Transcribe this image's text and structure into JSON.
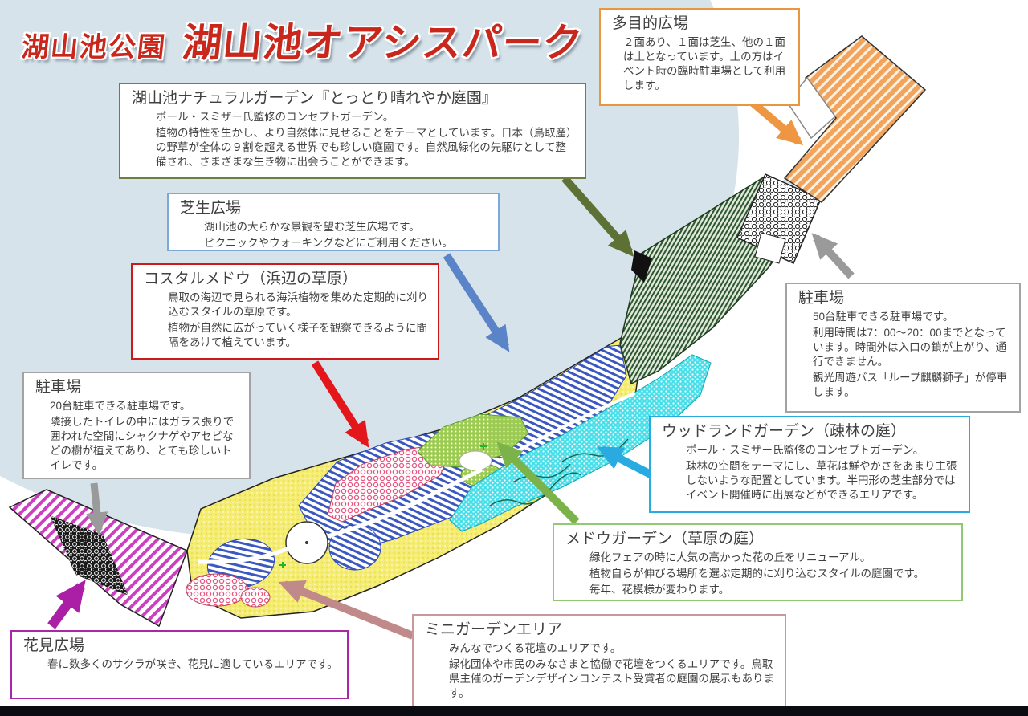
{
  "title": {
    "small": "湖山池公園",
    "large": "湖山池オアシスパーク"
  },
  "boxes": [
    {
      "id": "multipurpose-ground",
      "accent": "#E8973F",
      "title": "多目的広場",
      "paragraphs": [
        "２面あり、１面は芝生、他の１面は土となっています。土の方はイベント時の臨時駐車場として利用します。"
      ]
    },
    {
      "id": "natural-garden",
      "accent": "#6F7F3F",
      "title": "湖山池ナチュラルガーデン『とっとり晴れやか庭園』",
      "paragraphs": [
        "ポール・スミザー氏監修のコンセプトガーデン。",
        "植物の特性を生かし、より自然体に見せることをテーマとしています。日本（鳥取産）の野草が全体の９割を超える世界でも珍しい庭園です。自然風緑化の先駆けとして整備され、さまざまな生き物に出会うことができます。"
      ]
    },
    {
      "id": "lawn-plaza",
      "accent": "#7EA7DA",
      "title": "芝生広場",
      "paragraphs": [
        "湖山池の大らかな景観を望む芝生広場です。",
        "ピクニックやウォーキングなどにご利用ください。"
      ]
    },
    {
      "id": "coastal-meadow",
      "accent": "#CC1A1A",
      "title": "コスタルメドウ（浜辺の草原）",
      "paragraphs": [
        "鳥取の海辺で見られる海浜植物を集めた定期的に刈り込むスタイルの草原です。",
        "植物が自然に広がっていく様子を観察できるように間隔をあけて植えています。"
      ]
    },
    {
      "id": "parking-west",
      "accent": "#A3A3A3",
      "title": "駐車場",
      "paragraphs": [
        "20台駐車できる駐車場です。",
        "隣接したトイレの中にはガラス張りで囲われた空間にシャクナゲやアセビなどの樹が植えてあり、とても珍しいトイレです。"
      ]
    },
    {
      "id": "parking-east",
      "accent": "#A3A3A3",
      "title": "駐車場",
      "paragraphs": [
        "50台駐車できる駐車場です。",
        "利用時間は7：00～20：00までとなっています。時間外は入口の鎖が上がり、通行できません。",
        "観光周遊バス「ループ麒麟獅子」が停車します。"
      ]
    },
    {
      "id": "woodland-garden",
      "accent": "#29ABE2",
      "title": "ウッドランドガーデン（疎林の庭）",
      "paragraphs": [
        "ポール・スミザー氏監修のコンセプトガーデン。",
        "疎林の空間をテーマにし、草花は鮮やかさをあまり主張しないような配置としています。半円形の芝生部分ではイベント開催時に出展などができるエリアです。"
      ]
    },
    {
      "id": "meadow-garden",
      "accent": "#90C873",
      "title": "メドウガーデン（草原の庭）",
      "paragraphs": [
        "緑化フェアの時に人気の高かった花の丘をリニューアル。",
        "植物自らが伸びる場所を選ぶ定期的に刈り込むスタイルの庭園です。",
        "毎年、花模様が変わります。"
      ]
    },
    {
      "id": "mini-garden",
      "accent": "#C9999A",
      "title": "ミニガーデンエリア",
      "paragraphs": [
        "みんなでつくる花壇のエリアです。",
        "緑化団体や市民のみなさまと協働で花壇をつくるエリアです。鳥取県主催のガーデンデザインコンテスト受賞者の庭園の展示もあります。"
      ]
    },
    {
      "id": "hanami-plaza",
      "accent": "#A826A8",
      "title": "花見広場",
      "paragraphs": [
        "春に数多くのサクラが咲き、花見に適しているエリアです。"
      ]
    }
  ],
  "map": {
    "lake_color": "#D6E3EA",
    "regions": [
      {
        "name": "hanami-plaza",
        "color": "#CC3FC0"
      },
      {
        "name": "hanami-parking",
        "color": "#1A1A1A"
      },
      {
        "name": "main-grounds",
        "color": "#F5EC72"
      },
      {
        "name": "lawn-plaza",
        "color": "#3B57C0"
      },
      {
        "name": "coastal-meadow",
        "color": "#E75480"
      },
      {
        "name": "meadow-garden",
        "color": "#9CCB52"
      },
      {
        "name": "woodland-garden",
        "color": "#4ADFE8"
      },
      {
        "name": "natural-garden",
        "color": "#2E5731"
      },
      {
        "name": "parking-east",
        "color": "#555555"
      },
      {
        "name": "multipurpose-ground",
        "color": "#F2A45C"
      }
    ],
    "footer_bar_color": "#0B0B12"
  }
}
